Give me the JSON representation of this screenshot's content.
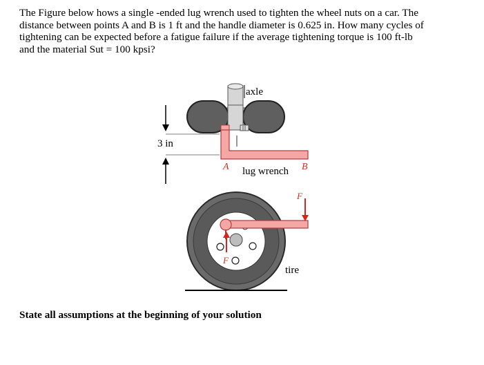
{
  "problem": {
    "line1": "The Figure below hows a single -ended lug wrench used to tighten the wheel nuts on a car. The",
    "line2": "distance between points A and B is 1 ft and the handle diameter is 0.625 in. How many cycles of",
    "line3": "tightening can be expected before a fatigue failure if the average tightening torque is 100 ft-lb",
    "line4": "and the material Sut = 100 kpsi?"
  },
  "figure": {
    "axle_label": "axle",
    "dimension_label": "3 in",
    "point_a": "A",
    "point_b": "B",
    "wrench_label": "lug wrench",
    "force_top": "F",
    "force_bottom": "F",
    "tire_label": "tire",
    "colors": {
      "wrench": "#f4a7a4",
      "wrench_stroke": "#b23c3c",
      "tire": "#5f5f5f",
      "tire_outline": "#2a2a2a",
      "hub": "#ffffff",
      "axle": "#cfcfcf",
      "force_arrow": "#d9231f"
    }
  },
  "instructions": "State all assumptions at the beginning of your solution"
}
